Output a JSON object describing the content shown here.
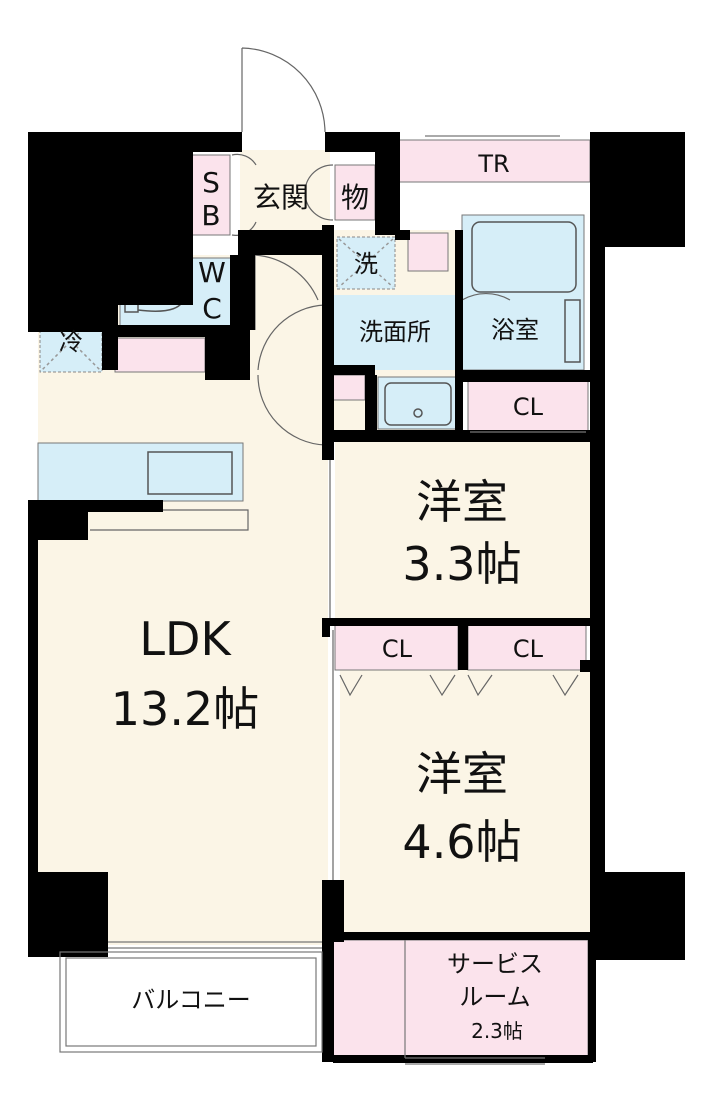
{
  "rooms": {
    "ldk": {
      "name": "LDK",
      "size": "13.2帖"
    },
    "western_small": {
      "name": "洋室",
      "size": "3.3帖"
    },
    "western_large": {
      "name": "洋室",
      "size": "4.6帖"
    },
    "service_room": {
      "line1": "サービス",
      "line2": "ルーム",
      "size": "2.3帖"
    },
    "entrance": "玄関",
    "storage": "物",
    "shoe_box": {
      "line1": "S",
      "line2": "B"
    },
    "toilet": {
      "line1": "W",
      "line2": "C"
    },
    "washroom": "洗面所",
    "washer": "洗",
    "bathroom": "浴室",
    "fridge": "冷",
    "trunk_room": "TR",
    "closet_top": "CL",
    "closet_left": "CL",
    "closet_right": "CL",
    "balcony": "バルコニー"
  },
  "colors": {
    "floor": "#fbf5e6",
    "pink": "#fbe3ec",
    "blue": "#d6eef8",
    "wall": "#000000",
    "line": "#555555"
  }
}
